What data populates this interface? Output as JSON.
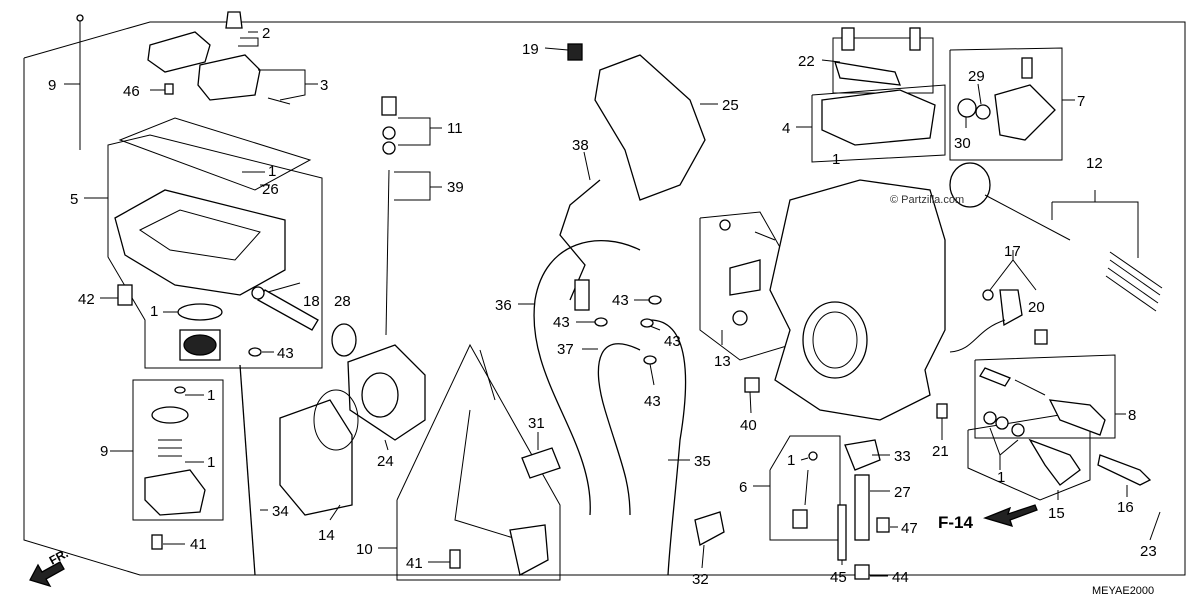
{
  "diagram": {
    "code": "MEYAE2000",
    "reference": "F-14",
    "direction_label": "FR.",
    "watermark": "© Partzilla.com"
  },
  "callouts": [
    "9",
    "46",
    "2",
    "3",
    "1",
    "26",
    "5",
    "42",
    "1",
    "18",
    "28",
    "11",
    "39",
    "43",
    "9",
    "1",
    "1",
    "41",
    "34",
    "14",
    "24",
    "10",
    "41",
    "19",
    "25",
    "38",
    "36",
    "43",
    "43",
    "43",
    "37",
    "43",
    "31",
    "35",
    "32",
    "22",
    "4",
    "1",
    "29",
    "7",
    "30",
    "12",
    "13",
    "17",
    "20",
    "8",
    "40",
    "21",
    "6",
    "1",
    "33",
    "27",
    "47",
    "45",
    "44",
    "15",
    "16",
    "23"
  ]
}
